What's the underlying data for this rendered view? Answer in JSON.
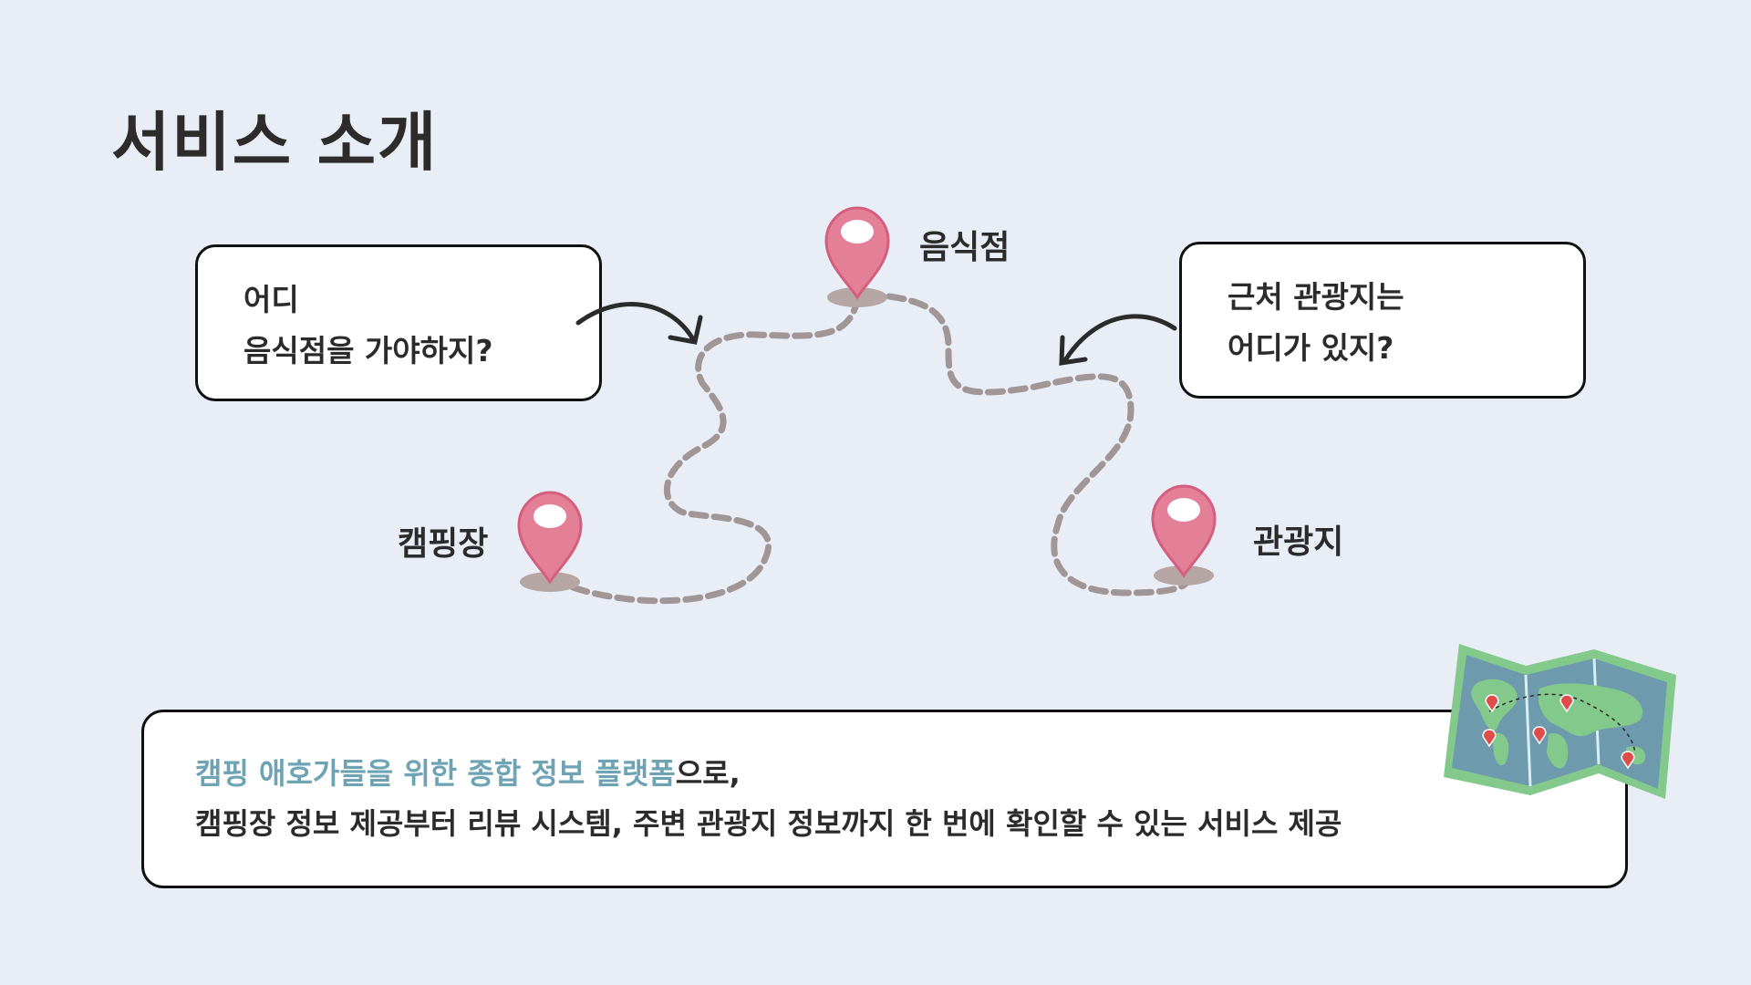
{
  "title": "서비스 소개",
  "bubbles": {
    "left": {
      "line1": "어디",
      "line2": "음식점을 가야하지?"
    },
    "right": {
      "line1": "근처 관광지는",
      "line2": "어디가 있지?"
    }
  },
  "places": {
    "restaurant": "음식점",
    "campsite": "캠핑장",
    "attraction": "관광지"
  },
  "info": {
    "highlight": "캠핑 애호가들을 위한 종합 정보 플랫폼",
    "highlight_suffix": "으로,",
    "line2": "캠핑장 정보 제공부터 리뷰 시스템, 주변 관광지 정보까지 한 번에 확인할 수 있는 서비스 제공"
  },
  "colors": {
    "background": "#e9eef6",
    "pin": "#e47f98",
    "route": "#a09696",
    "highlight": "#6ea3b3",
    "map_land": "#82c98b",
    "map_water": "#6d9aad"
  },
  "icons": {
    "pin": "location-pin-icon",
    "arrow": "curved-arrow-icon",
    "map": "world-map-icon"
  }
}
